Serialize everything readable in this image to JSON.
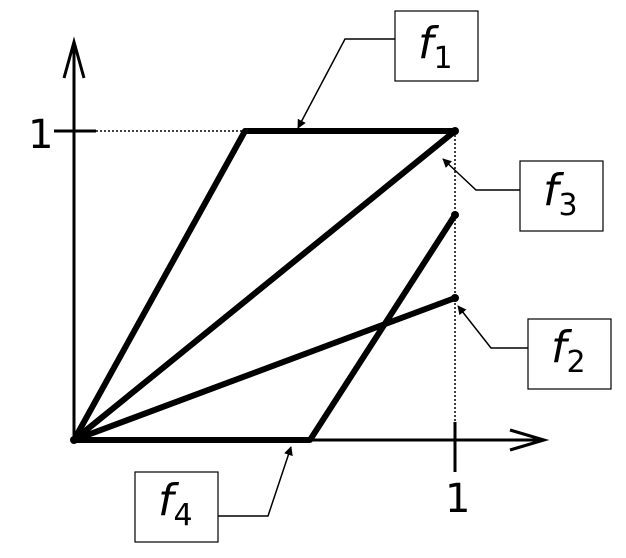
{
  "axes": {
    "x_tick_label": "1",
    "y_tick_label": "1"
  },
  "labels": {
    "f1": {
      "main": "f",
      "sub": "1"
    },
    "f2": {
      "main": "f",
      "sub": "2"
    },
    "f3": {
      "main": "f",
      "sub": "3"
    },
    "f4": {
      "main": "f",
      "sub": "4"
    }
  },
  "colors": {
    "stroke": "#000000",
    "background": "#ffffff"
  }
}
